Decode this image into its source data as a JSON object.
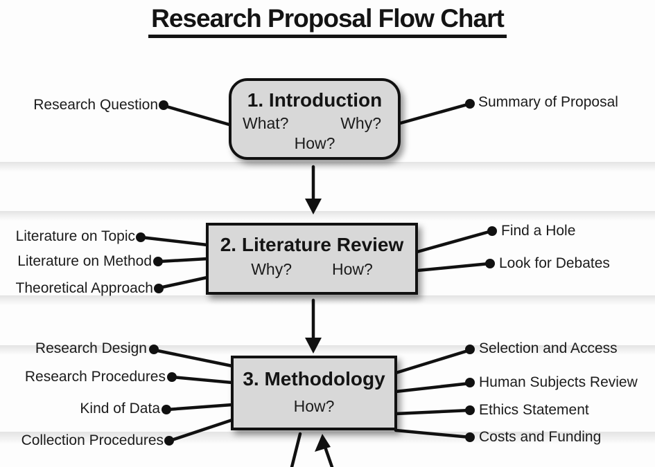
{
  "title": "Research Proposal Flow Chart",
  "colors": {
    "box_fill": "#d8d8d8",
    "box_border": "#111111",
    "line_color": "#111111",
    "background": "#fdfdfd"
  },
  "nodes": [
    {
      "id": "introduction",
      "heading": "1. Introduction",
      "questions": [
        "What?",
        "Why?",
        "How?"
      ],
      "left_labels": [
        "Research Question"
      ],
      "right_labels": [
        "Summary of Proposal"
      ]
    },
    {
      "id": "literature-review",
      "heading": "2. Literature Review",
      "questions": [
        "Why?",
        "How?"
      ],
      "left_labels": [
        "Literature on Topic",
        "Literature on Method",
        "Theoretical Approach"
      ],
      "right_labels": [
        "Find a Hole",
        "Look for Debates"
      ]
    },
    {
      "id": "methodology",
      "heading": "3. Methodology",
      "questions": [
        "How?"
      ],
      "left_labels": [
        "Research Design",
        "Research Procedures",
        "Kind of Data",
        "Collection Procedures"
      ],
      "right_labels": [
        "Selection and Access",
        "Human Subjects Review",
        "Ethics Statement",
        "Costs and Funding"
      ]
    }
  ]
}
